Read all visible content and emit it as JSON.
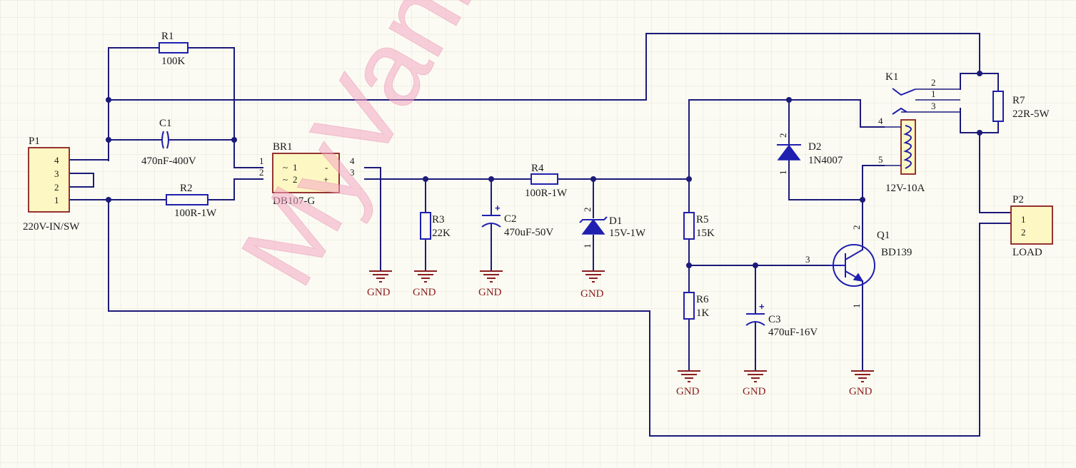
{
  "watermark": "MyVanitar",
  "colors": {
    "wire": "#1c1a7a",
    "component": "#1f1fb0",
    "outline": "#8a1d1d",
    "fill": "#fdf7c3",
    "grid": "#e6e6d8",
    "watermark": "#f4a8c2"
  },
  "components": {
    "P1": {
      "designator": "P1",
      "value": "220V-IN/SW",
      "pins": [
        "4",
        "3",
        "2",
        "1"
      ]
    },
    "P2": {
      "designator": "P2",
      "value": "LOAD",
      "pins": [
        "1",
        "2"
      ]
    },
    "R1": {
      "designator": "R1",
      "value": "100K"
    },
    "R2": {
      "designator": "R2",
      "value": "100R-1W"
    },
    "C1": {
      "designator": "C1",
      "value": "470nF-400V"
    },
    "BR1": {
      "designator": "BR1",
      "value": "DB107-G",
      "pins": [
        "1",
        "2",
        "4",
        "3"
      ],
      "symbols": [
        "~",
        "~",
        "-",
        "+"
      ],
      "inner_pins": [
        "1",
        "2"
      ]
    },
    "R3": {
      "designator": "R3",
      "value": "22K"
    },
    "C2": {
      "designator": "C2",
      "value": "470uF-50V",
      "polarity": "+"
    },
    "R4": {
      "designator": "R4",
      "value": "100R-1W"
    },
    "D1": {
      "designator": "D1",
      "value": "15V-1W",
      "pins": [
        "2",
        "1"
      ]
    },
    "D2": {
      "designator": "D2",
      "value": "1N4007",
      "pins": [
        "2",
        "1"
      ]
    },
    "R5": {
      "designator": "R5",
      "value": "15K"
    },
    "R6": {
      "designator": "R6",
      "value": "1K"
    },
    "C3": {
      "designator": "C3",
      "value": "470uF-16V",
      "polarity": "+"
    },
    "Q1": {
      "designator": "Q1",
      "value": "BD139",
      "pins": [
        "2",
        "3",
        "1"
      ]
    },
    "K1": {
      "designator": "K1",
      "value": "12V-10A",
      "pins": [
        "2",
        "1",
        "3",
        "4",
        "5"
      ]
    },
    "R7": {
      "designator": "R7",
      "value": "22R-5W"
    }
  },
  "gnd_label": "GND"
}
